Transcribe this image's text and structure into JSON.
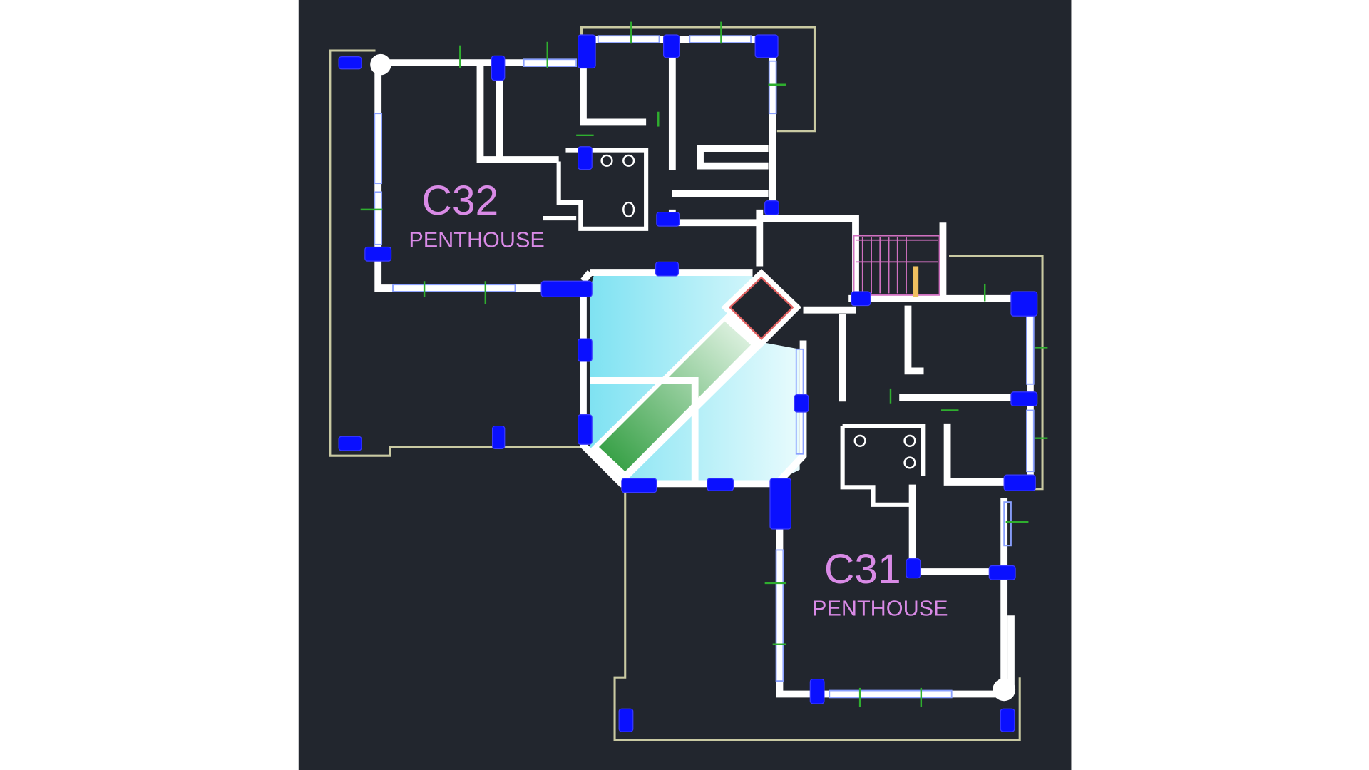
{
  "units": [
    {
      "code": "C32",
      "type": "PENTHOUSE"
    },
    {
      "code": "C31",
      "type": "PENTHOUSE"
    }
  ],
  "colors": {
    "background": "#22262e",
    "walls": "#ffffff",
    "columns": "#0a10ff",
    "labels": "#d98ae6",
    "boundary": "#c9c9a2",
    "windows": "#2fae2f"
  }
}
